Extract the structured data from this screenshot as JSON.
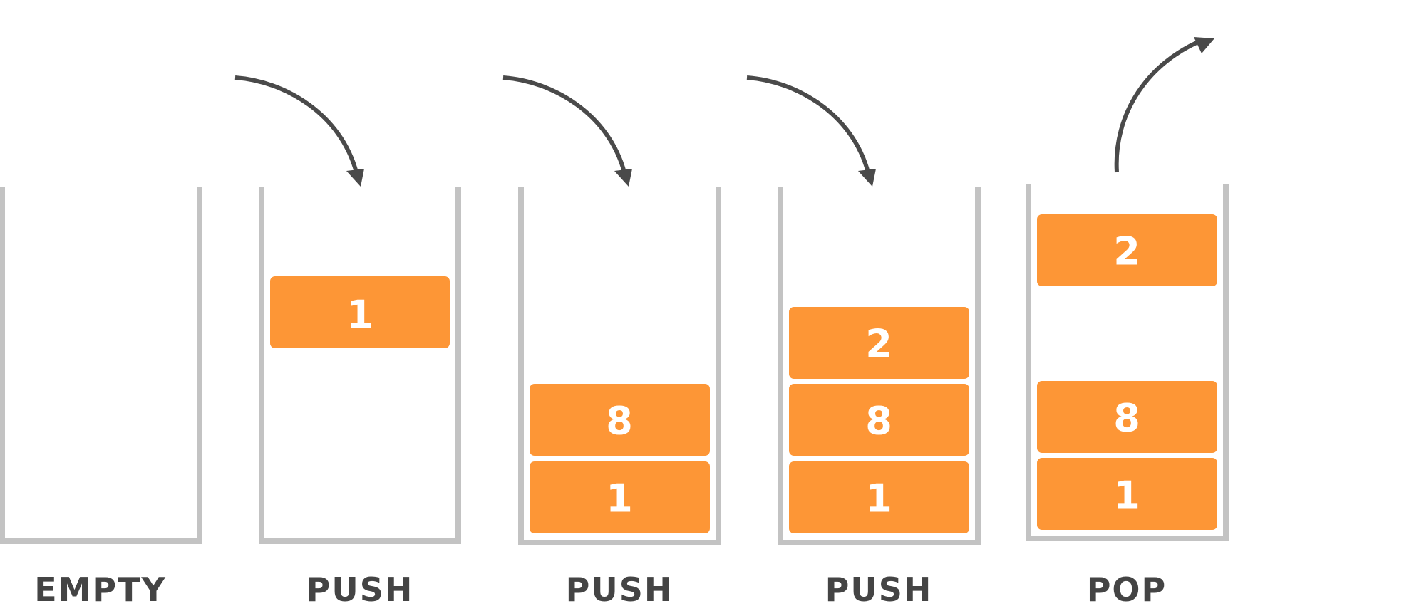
{
  "colors": {
    "block_fill": "#FD9636",
    "block_text": "#FFFFFF",
    "container_stroke": "#C3C3C3",
    "arrow_stroke": "#4A4A4A",
    "label_text": "#444444"
  },
  "stages": [
    {
      "label": "EMPTY",
      "operation": "none",
      "blocks": []
    },
    {
      "label": "PUSH",
      "operation": "push-in",
      "blocks": [
        "1"
      ]
    },
    {
      "label": "PUSH",
      "operation": "push-in",
      "blocks": [
        "1",
        "8"
      ]
    },
    {
      "label": "PUSH",
      "operation": "push-in",
      "blocks": [
        "1",
        "8",
        "2"
      ]
    },
    {
      "label": "POP",
      "operation": "pop-out",
      "blocks": [
        "1",
        "8",
        "2"
      ]
    }
  ]
}
